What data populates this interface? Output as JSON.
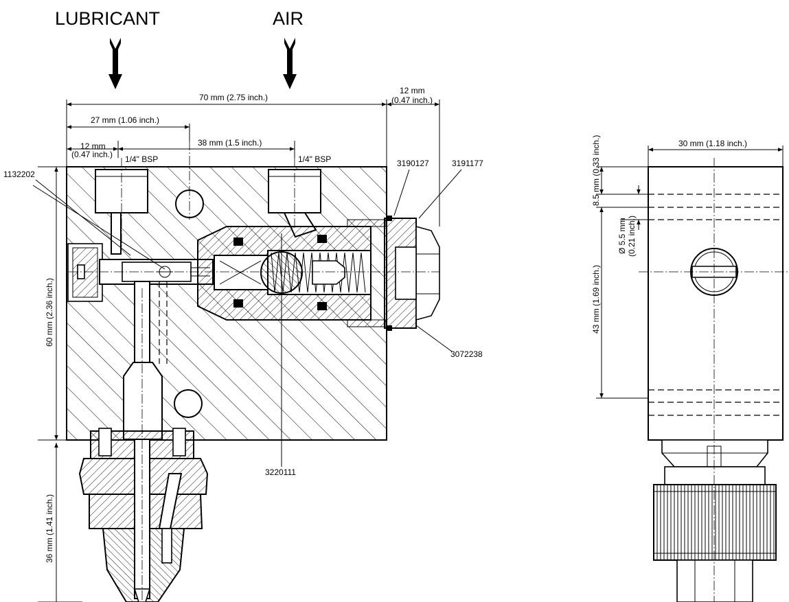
{
  "inputs": {
    "lubricant": "LUBRICANT",
    "air": "AIR"
  },
  "dimensions": {
    "overall_length": "70 mm (2.75 inch.)",
    "right_offset_mm": "12 mm",
    "right_offset_in": "(0.47 inch.)",
    "first_port": "27 mm (1.06 inch.)",
    "left_offset_mm": "12 mm",
    "left_offset_in": "(0.47 inch.)",
    "port_spacing": "38 mm (1.5 inch.)",
    "height": "60 mm (2.36 inch.)",
    "fitting_height": "36 mm (1.41 inch.)",
    "side_width": "30 mm (1.18 inch.)",
    "side_top_offset": "8.5 mm (0.33 inch.)",
    "side_bore_mm": "Ø 5.5 mm",
    "side_bore_in": "(0.21 inch.)",
    "side_height": "43 mm (1.69 inch.)"
  },
  "threads": {
    "lubricant_port": "1/4\" BSP",
    "air_port": "1/4\" BSP"
  },
  "part_numbers": {
    "screw_plug": "1132202",
    "seal_ring": "3190127",
    "cap_nut": "3191177",
    "body_nut": "3072238",
    "ball_valve": "3220111"
  }
}
